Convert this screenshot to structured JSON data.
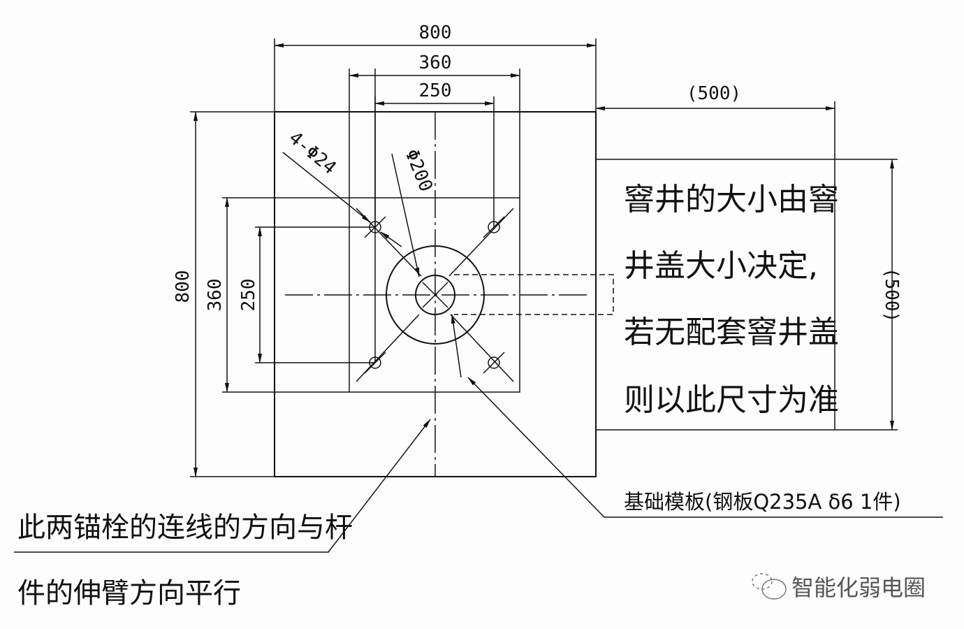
{
  "dimensions": {
    "plate_width": "800",
    "plate_height": "800",
    "outer_bolt_span_h": "360",
    "inner_bolt_span_h": "250",
    "outer_bolt_span_v": "360",
    "inner_bolt_span_v": "250",
    "pit_width": "(500)",
    "pit_height": "(500)",
    "bolt_holes": "4-Φ24",
    "center_hole": "Φ200"
  },
  "notes": {
    "pit_note": [
      "窨井的大小由窨",
      "井盖大小决定,",
      "若无配套窨井盖",
      "则以此尺寸为准"
    ],
    "plate_label": "基础模板(钢板Q235A  δ6   1件)",
    "bolt_note": [
      "此两锚栓的连线的方向与杆",
      "件的伸臂方向平行"
    ]
  },
  "watermark": {
    "icon": "wechat-icon",
    "text": "智能化弱电圈"
  }
}
